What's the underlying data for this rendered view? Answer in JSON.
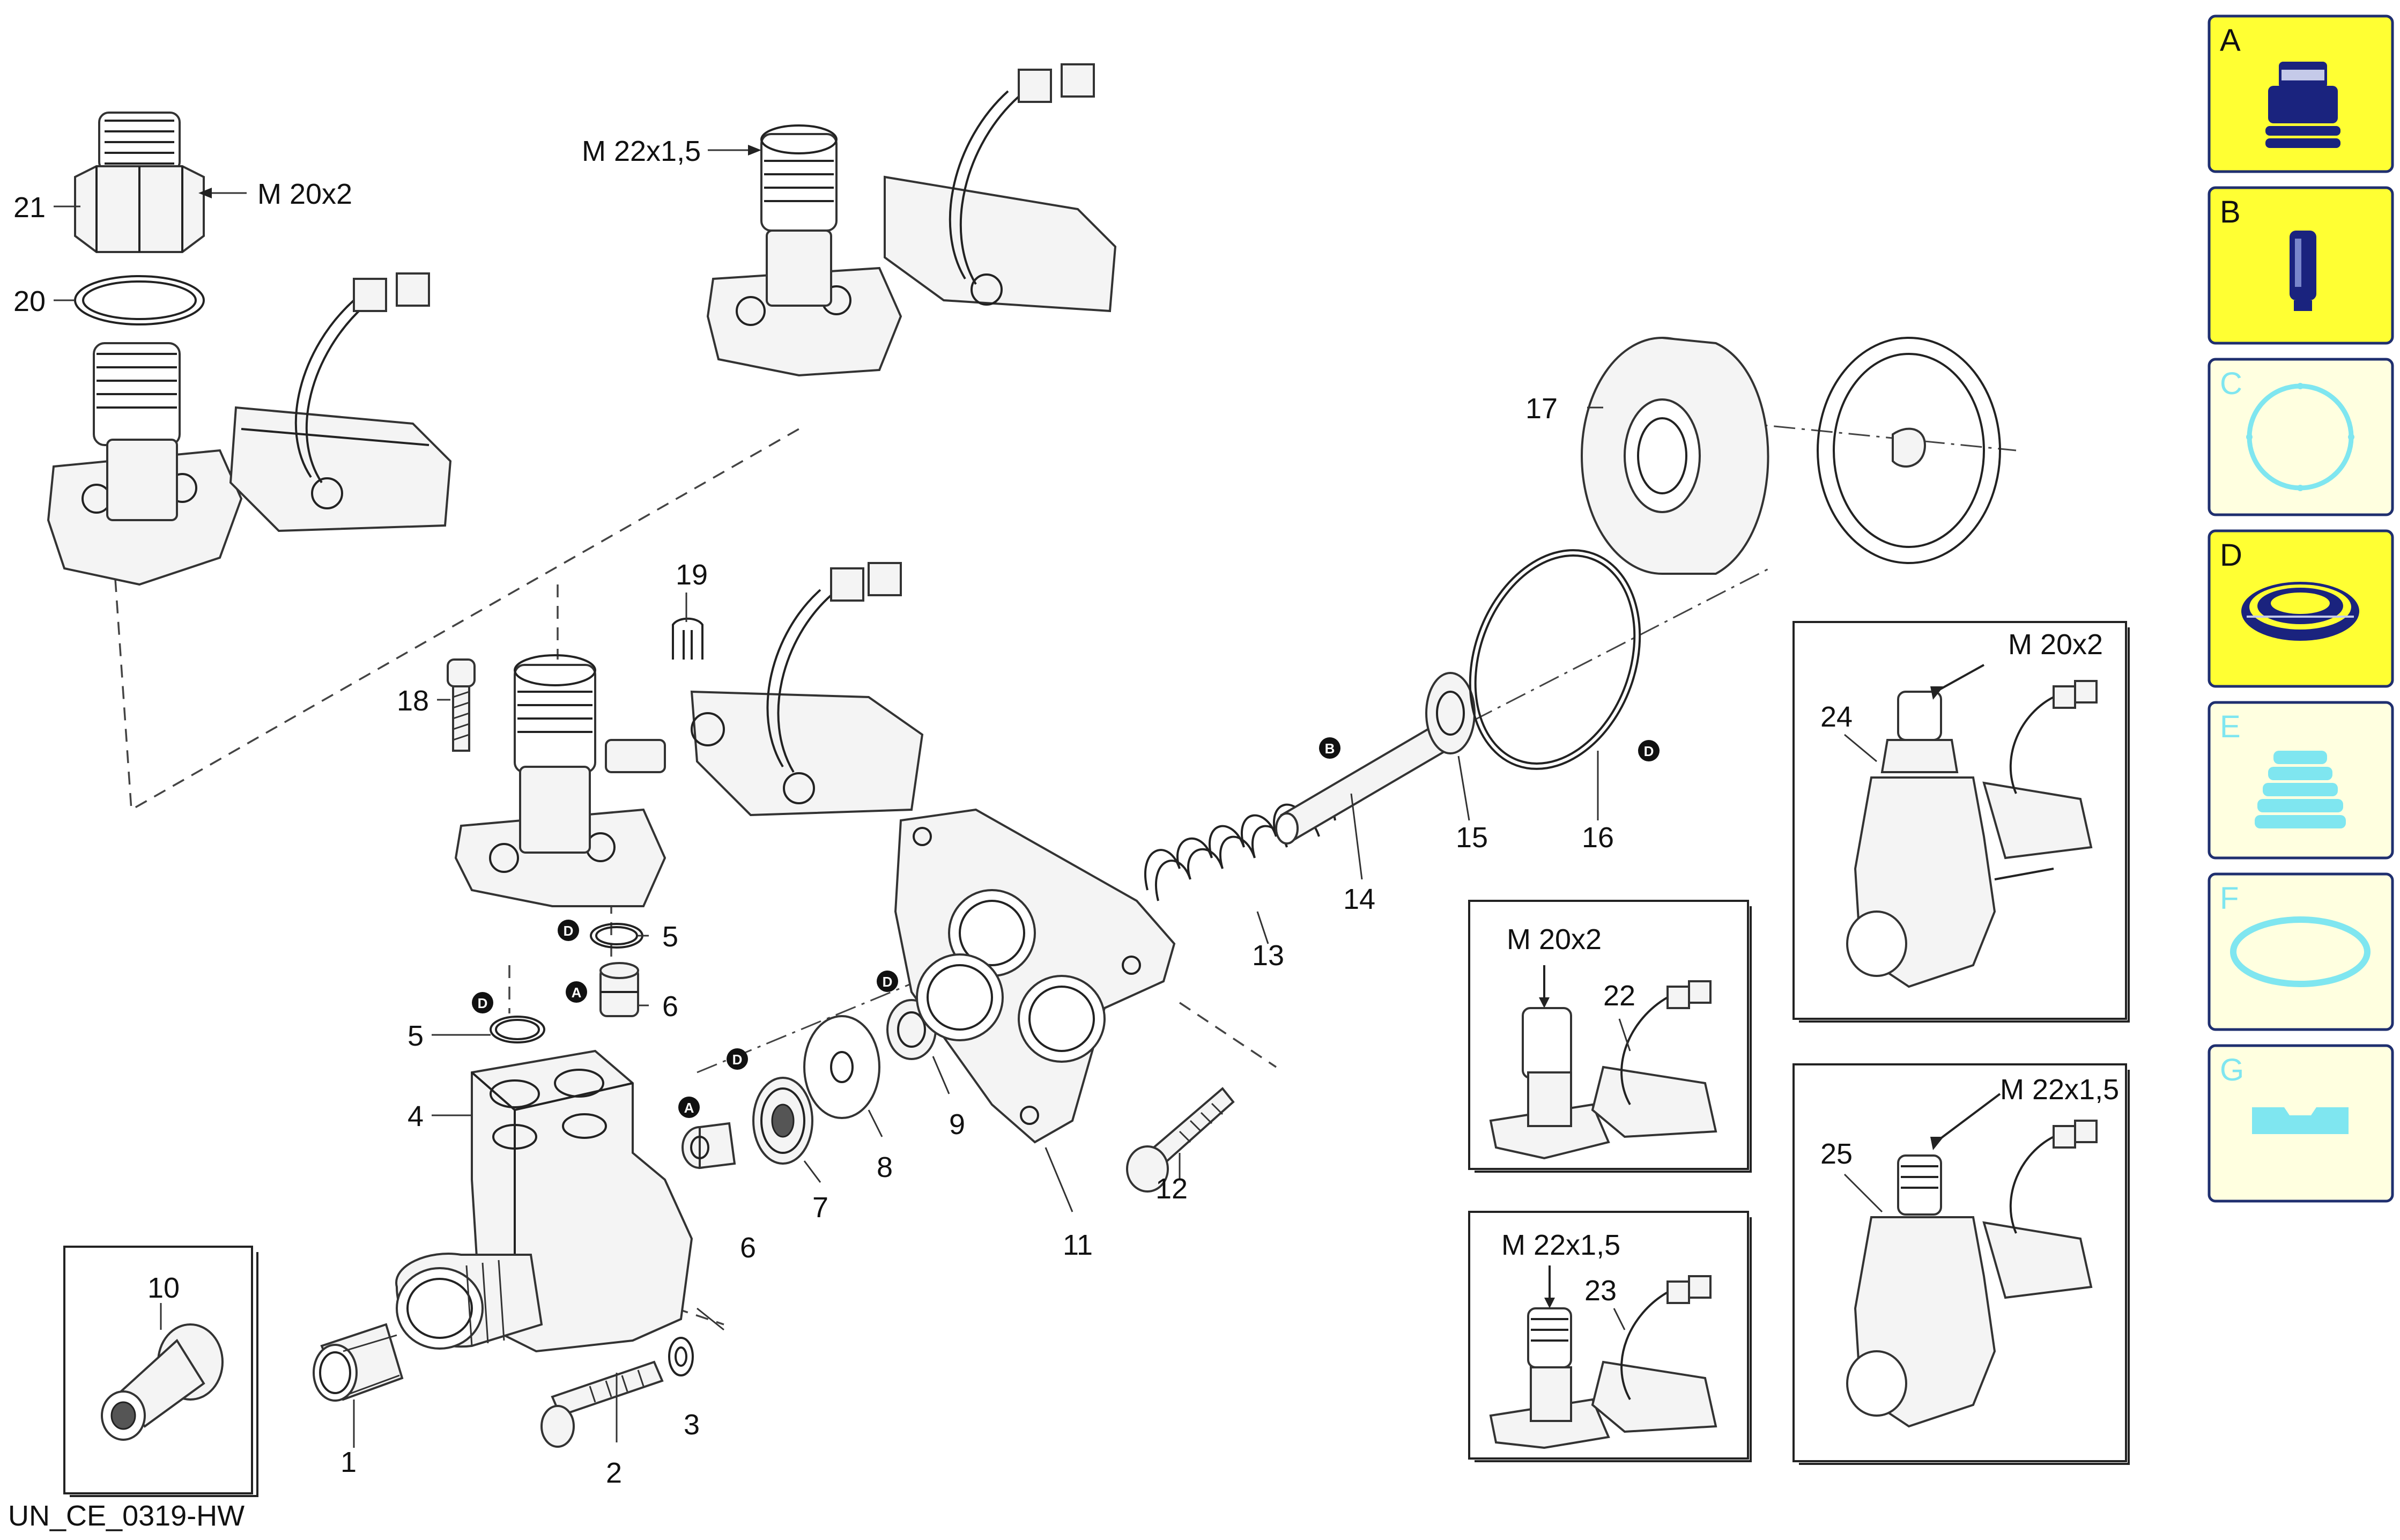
{
  "diagram": {
    "code": "UN_CE_0319-HW",
    "part_numbers": [
      "1",
      "2",
      "3",
      "4",
      "5",
      "6",
      "7",
      "8",
      "9",
      "10",
      "11",
      "12",
      "13",
      "14",
      "15",
      "16",
      "17",
      "18",
      "19",
      "20",
      "21",
      "22",
      "23",
      "24",
      "25"
    ],
    "thread_labels": {
      "m20x2": "M 20x2",
      "m22x15": "M 22x1,5"
    },
    "markers": {
      "a": "A",
      "b": "B",
      "d": "D"
    }
  },
  "sidebar": {
    "categories": [
      {
        "letter": "A",
        "icon": "nozzle-icon",
        "highlighted": true
      },
      {
        "letter": "B",
        "icon": "cylinder-icon",
        "highlighted": true
      },
      {
        "letter": "C",
        "icon": "ring-icon",
        "highlighted": false
      },
      {
        "letter": "D",
        "icon": "seal-icon",
        "highlighted": true
      },
      {
        "letter": "E",
        "icon": "bellows-icon",
        "highlighted": false
      },
      {
        "letter": "F",
        "icon": "oval-ring-icon",
        "highlighted": false
      },
      {
        "letter": "G",
        "icon": "flat-gasket-icon",
        "highlighted": false
      }
    ]
  },
  "colors": {
    "highlight_fill": "#ffff33",
    "dim_fill": "#ffffe0",
    "border": "#1f2f6f",
    "icon_dark": "#1a237e",
    "icon_light": "#7fe6f0"
  }
}
